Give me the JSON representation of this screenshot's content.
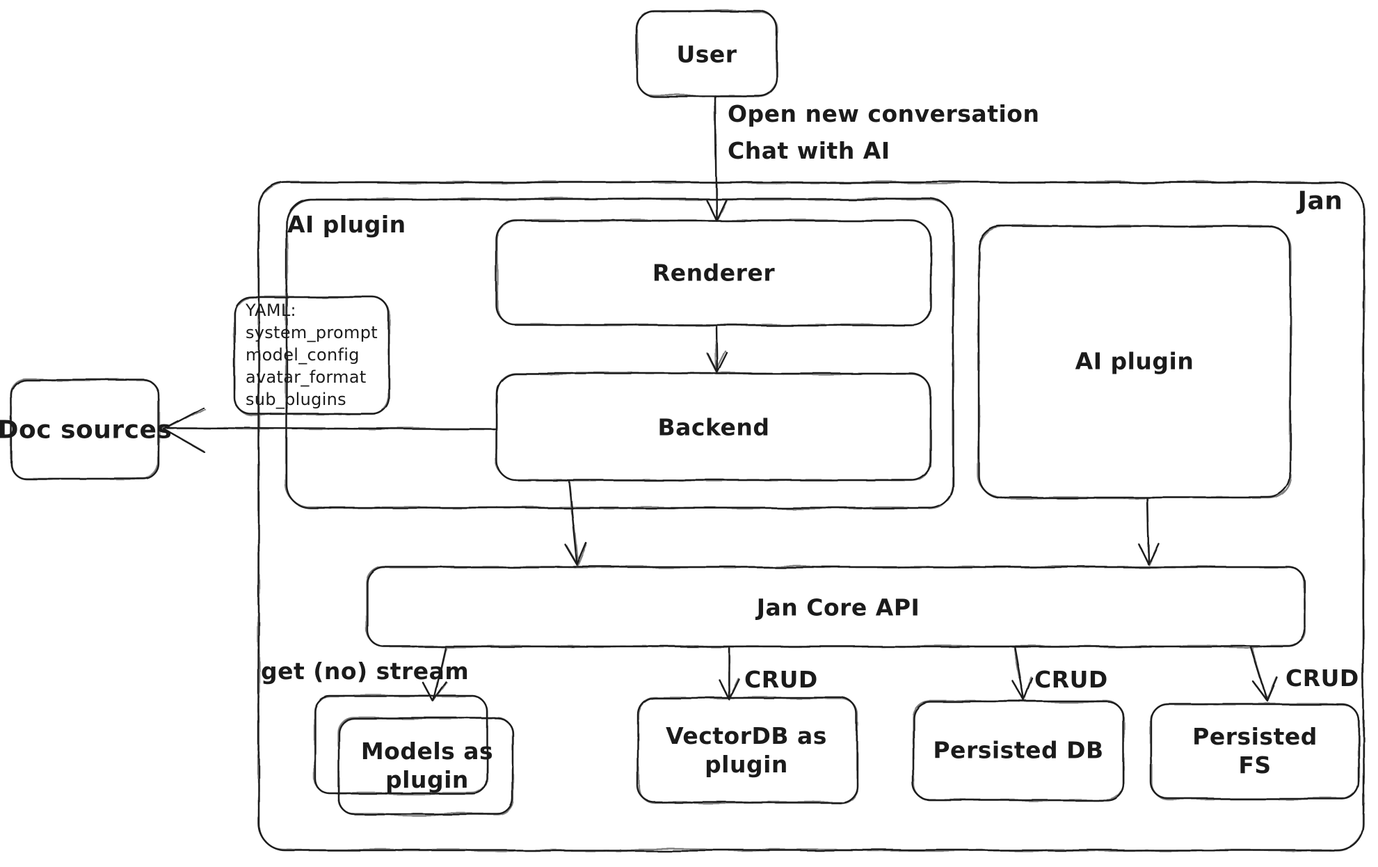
{
  "diagram": {
    "container_label": "Jan",
    "nodes": {
      "user": "User",
      "ai_plugin_left": "AI plugin",
      "renderer": "Renderer",
      "backend": "Backend",
      "yaml_note": {
        "title": "YAML:",
        "lines": [
          "system_prompt",
          "model_config",
          "avatar_format",
          "sub_plugins"
        ]
      },
      "ai_plugin_right": "AI plugin",
      "doc_sources": "Doc sources",
      "jan_core_api": "Jan Core API",
      "models_as_plugin": "Models as plugin",
      "vectordb_as_plugin": "VectorDB as plugin",
      "persisted_db": "Persisted DB",
      "persisted_fs": "Persisted FS"
    },
    "edge_labels": {
      "user_action_line1": "Open new conversation",
      "user_action_line2": "Chat with AI",
      "stream": "get (no) stream",
      "crud_vectordb": "CRUD",
      "crud_persisted_db": "CRUD",
      "crud_persisted_fs": "CRUD"
    },
    "colors": {
      "stroke": "#1e1e1e",
      "background": "#ffffff"
    }
  }
}
